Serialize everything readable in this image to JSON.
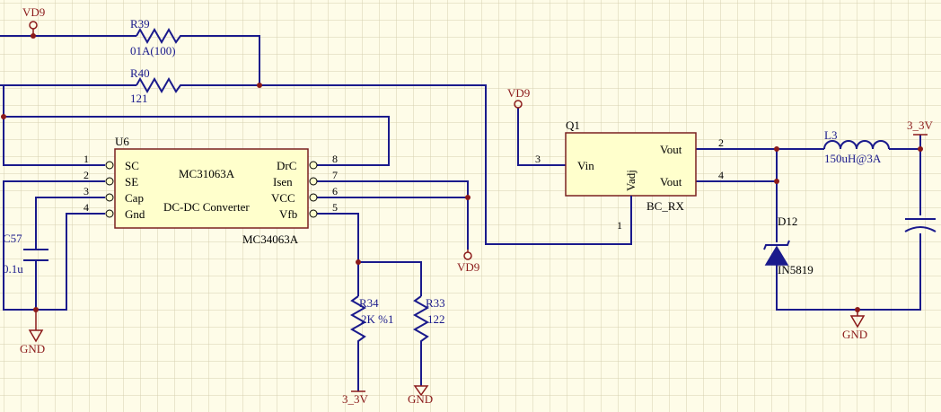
{
  "colors": {
    "background": "#fefce8",
    "grid": "#d6d0b0",
    "wire": "#1a1a8c",
    "power": "#8b1a1a",
    "component_fill": "#ffffcc",
    "diode_fill": "#1a1a8c"
  },
  "power": {
    "vd9_top_left": "VD9",
    "vd9_q1": "VD9",
    "vd9_vcc": "VD9",
    "gnd_c57": "GND",
    "gnd_r33": "GND",
    "gnd_right": "GND",
    "v33_r34": "3_3V",
    "v33_right": "3_3V"
  },
  "r39": {
    "ref": "R39",
    "value": "01A(100)"
  },
  "r40": {
    "ref": "R40",
    "value": "121"
  },
  "u6": {
    "ref": "U6",
    "name": "MC31063A",
    "desc": "DC-DC Converter",
    "part": "MC34063A",
    "left_pins": [
      {
        "num": "1",
        "name": "SC"
      },
      {
        "num": "2",
        "name": "SE"
      },
      {
        "num": "3",
        "name": "Cap"
      },
      {
        "num": "4",
        "name": "Gnd"
      }
    ],
    "right_pins": [
      {
        "num": "8",
        "name": "DrC"
      },
      {
        "num": "7",
        "name": "Isen"
      },
      {
        "num": "6",
        "name": "VCC"
      },
      {
        "num": "5",
        "name": "Vfb"
      }
    ]
  },
  "c57": {
    "ref": "C57",
    "value": "0.1u"
  },
  "r34": {
    "ref": "R34",
    "value": "2K %1"
  },
  "r33": {
    "ref": "R33",
    "value": "122"
  },
  "q1": {
    "ref": "Q1",
    "part": "BC_RX",
    "vin": "Vin",
    "vadj": "Vadj",
    "vout1": "Vout",
    "vout2": "Vout",
    "pin_vin": "3",
    "pin_vout1": "2",
    "pin_vout2": "4",
    "pin_adj": "1"
  },
  "l3": {
    "ref": "L3",
    "value": "150uH@3A"
  },
  "d12": {
    "ref": "D12",
    "value": "IN5819"
  }
}
